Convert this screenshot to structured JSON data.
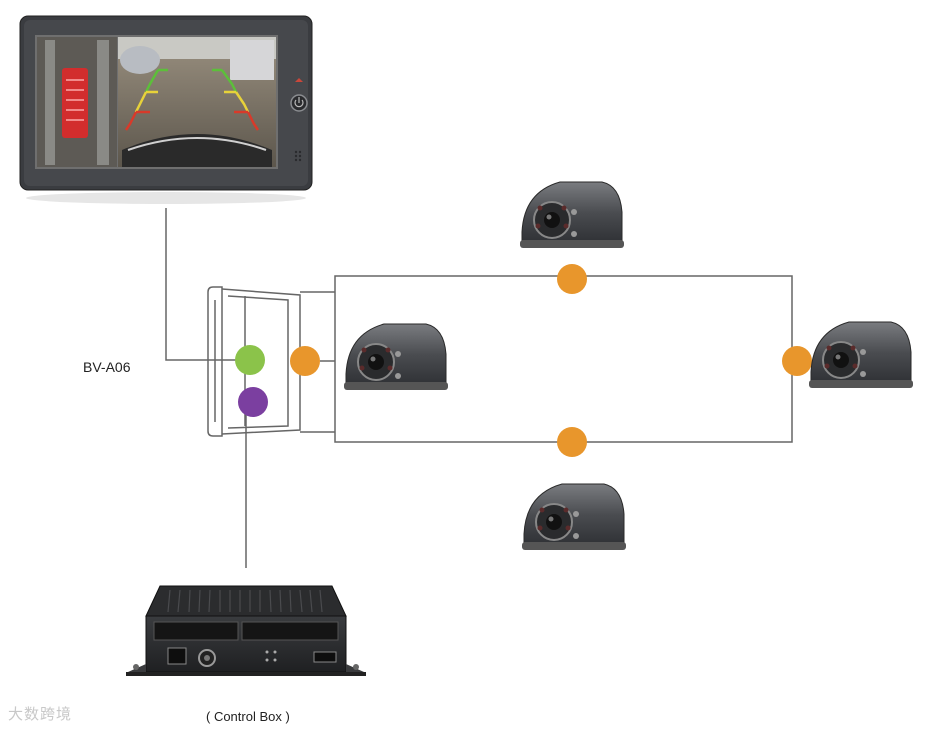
{
  "labels": {
    "module": "BV-A06",
    "control_box": "( Control Box )"
  },
  "watermark": "大数跨境",
  "colors": {
    "wire": "#666666",
    "camera_node": "#e8962c",
    "module_port_video": "#8bc34a",
    "module_port_control": "#7b3fa0",
    "monitor_frame": "#3a3c40",
    "camera_body": "#4a4c50"
  }
}
